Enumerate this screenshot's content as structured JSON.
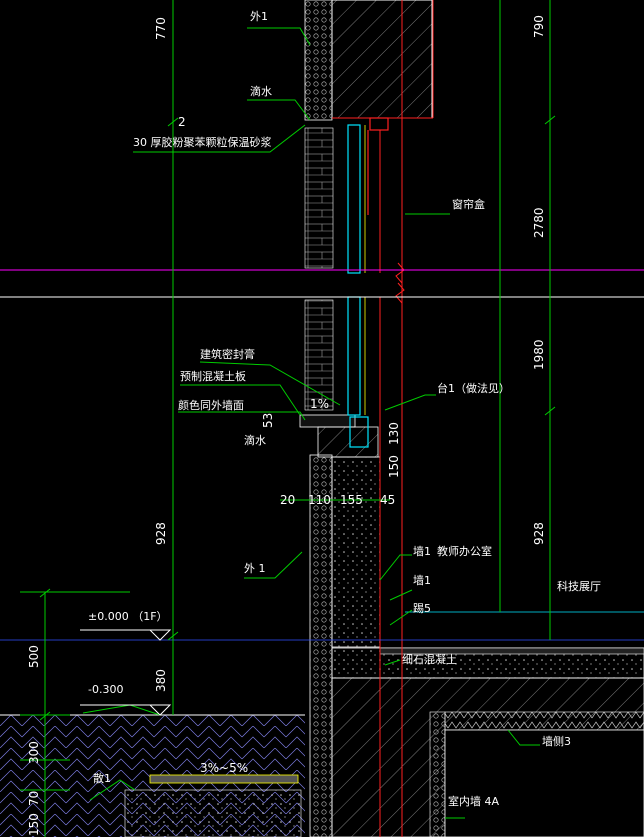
{
  "drawing": {
    "colors": {
      "background": "#000000",
      "dim": "#00cc00",
      "leader": "#00cc00",
      "wall_outline": "#ffffff",
      "hatch": "#bbbbbb",
      "red": "#ff2020",
      "cyan": "#00e5ff",
      "magenta": "#ff00ff",
      "yellow": "#ffff00",
      "blue": "#3050ff"
    },
    "dims_left": [
      "770",
      "928",
      "500",
      "380",
      "300",
      "70",
      "150"
    ],
    "dims_right": [
      "790",
      "2780",
      "1980",
      "928"
    ],
    "dims_horizontal": [
      "20",
      "110",
      "155",
      "45"
    ],
    "dims_vertical_small": [
      "53",
      "130",
      "150"
    ],
    "slope_top": "2",
    "slope_sill": "1%",
    "slope_ground": "3%~5%",
    "labels": {
      "wai1_top": "外1",
      "dishui_top": "滴水",
      "insul_mortar": "30 厚胶粉聚苯颗粒保温砂浆",
      "curtain_box": "窗帘盒",
      "sealant": "建筑密封膏",
      "precast_slab": "预制混凝土板",
      "color_wall": "颜色同外墙面",
      "dishui_sill": "滴水",
      "tai1": "台1（做法见）",
      "wai1_mid": "外 1",
      "qiang1_a": "墙1",
      "office": "教师办公室",
      "qiang1_b": "墙1",
      "ti5": "踢5",
      "corridor": "科技展厅",
      "floor_concrete": "细石混凝土",
      "elev_0": "±0.000 （1F）",
      "elev_neg": "-0.300",
      "san1": "散1",
      "bamboo3": "墙侧3",
      "inner4a": "室内墙 4A"
    }
  }
}
